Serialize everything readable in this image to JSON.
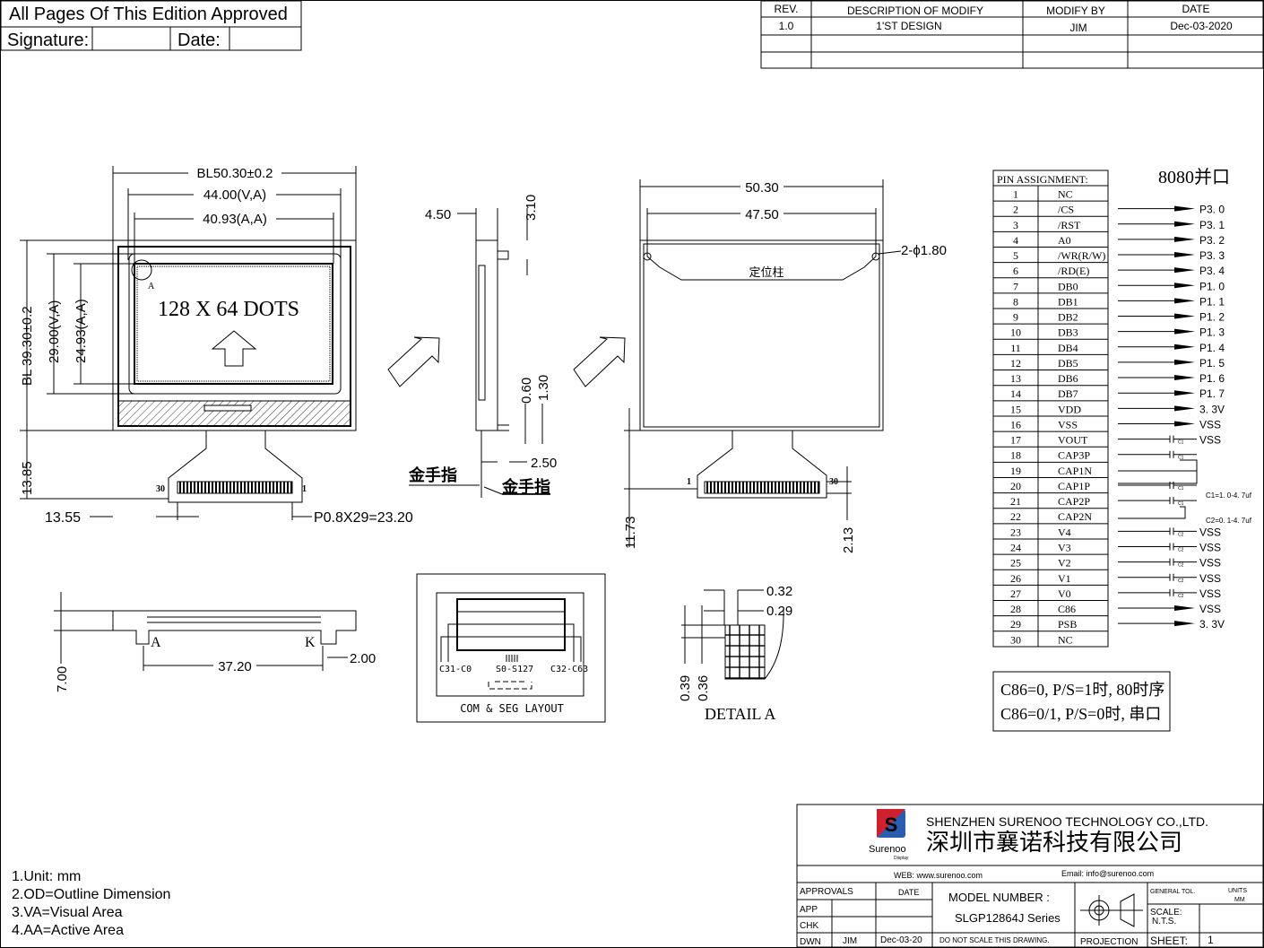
{
  "approval": {
    "title": "All Pages Of This Edition Approved",
    "signature": "Signature:",
    "date": "Date:"
  },
  "revision": {
    "headers": [
      "REV.",
      "DESCRIPTION OF MODIFY",
      "MODIFY BY",
      "DATE"
    ],
    "rows": [
      [
        "1.0",
        "1'ST DESIGN",
        "JIM",
        "Dec-03-2020"
      ]
    ]
  },
  "front": {
    "dim_bl_w": "BL50.30±0.2",
    "dim_va_w": "44.00(V,A)",
    "dim_aa_w": "40.93(A,A)",
    "dim_bl_h": "BL  39.30±0.2",
    "dim_va_h": "29.00(V,A)",
    "dim_aa_h": "24.93(A,A)",
    "dim_tail": "13.85",
    "dim_left": "13.55",
    "dim_pitch": "P0.8X29=23.20",
    "dots": "128  X  64  DOTS",
    "detail_mark": "A",
    "pin_first": "30",
    "pin_last": "1"
  },
  "side": {
    "d450": "4.50",
    "d310": "3.10",
    "d060": "0.60",
    "d130": "1.30",
    "d250": "2.50",
    "gold1": "金手指",
    "gold2": "金手指"
  },
  "back": {
    "d5030": "50.30",
    "d4750": "47.50",
    "holes": "2-ϕ1.80",
    "locator": "定位柱",
    "d1173": "11.73",
    "d213": "2.13",
    "pin_first": "1",
    "pin_last": "30"
  },
  "bottom_view": {
    "d3720": "37.20",
    "d200": "2.00",
    "d700": "7.00",
    "a": "A",
    "k": "K"
  },
  "layout": {
    "c_left": "C31-C0",
    "seg": "S0-S127",
    "c_right": "C32-C63",
    "caption": "COM & SEG LAYOUT"
  },
  "detail": {
    "d032": "0.32",
    "d029": "0.29",
    "d039": "0.39",
    "d036": "0.36",
    "caption": "DETAIL  A"
  },
  "pins": {
    "header": "PIN ASSIGNMENT:",
    "interface": "8080并口",
    "rows": [
      [
        "1",
        "NC",
        ""
      ],
      [
        "2",
        "/CS",
        "P3. 0"
      ],
      [
        "3",
        "/RST",
        "P3. 1"
      ],
      [
        "4",
        "A0",
        "P3. 2"
      ],
      [
        "5",
        "/WR(R/W)",
        "P3. 3"
      ],
      [
        "6",
        "/RD(E)",
        "P3. 4"
      ],
      [
        "7",
        "DB0",
        "P1. 0"
      ],
      [
        "8",
        "DB1",
        "P1. 1"
      ],
      [
        "9",
        "DB2",
        "P1. 2"
      ],
      [
        "10",
        "DB3",
        "P1. 3"
      ],
      [
        "11",
        "DB4",
        "P1. 4"
      ],
      [
        "12",
        "DB5",
        "P1. 5"
      ],
      [
        "13",
        "DB6",
        "P1. 6"
      ],
      [
        "14",
        "DB7",
        "P1. 7"
      ],
      [
        "15",
        "VDD",
        "3. 3V"
      ],
      [
        "16",
        "VSS",
        "VSS"
      ],
      [
        "17",
        "VOUT",
        "VSS"
      ],
      [
        "18",
        "CAP3P",
        ""
      ],
      [
        "19",
        "CAP1N",
        ""
      ],
      [
        "20",
        "CAP1P",
        ""
      ],
      [
        "21",
        "CAP2P",
        ""
      ],
      [
        "22",
        "CAP2N",
        ""
      ],
      [
        "23",
        "V4",
        "VSS"
      ],
      [
        "24",
        "V3",
        "VSS"
      ],
      [
        "25",
        "V2",
        "VSS"
      ],
      [
        "26",
        "V1",
        "VSS"
      ],
      [
        "27",
        "V0",
        "VSS"
      ],
      [
        "28",
        "C86",
        "VSS"
      ],
      [
        "29",
        "PSB",
        "3. 3V"
      ],
      [
        "30",
        "NC",
        ""
      ]
    ],
    "cap_labels": {
      "17": "C1",
      "18": "C1",
      "20": "C1",
      "21": "C1",
      "23": "C2",
      "24": "C2",
      "25": "C2",
      "26": "C2",
      "27": "C2"
    },
    "c1_note": "C1=1. 0-4. 7uf",
    "c2_note": "C2=0. 1-4. 7uf"
  },
  "mode_note": [
    "C86=0, P/S=1时, 80时序",
    "C86=0/1, P/S=0时, 串口"
  ],
  "notes": [
    "1.Unit: mm",
    "2.OD=Outline Dimension",
    "3.VA=Visual Area",
    "4.AA=Active Area"
  ],
  "title_block": {
    "company_en": "SHENZHEN SURENOO TECHNOLOGY CO.,LTD.",
    "company_cn": "深圳市襄诺科技有限公司",
    "logo_text": "Surenoo",
    "logo_sub": "Display",
    "web": "WEB: www.surenoo.com",
    "email": "Email: info@surenoo.com",
    "approvals": "APPROVALS",
    "date": "DATE",
    "app": "APP",
    "chk": "CHK",
    "dwn": "DWN",
    "dwn_by": "JIM",
    "dwn_date": "Dec-03-20",
    "model_label": "MODEL NUMBER :",
    "model": "SLGP12864J Series",
    "no_scale": "DO NOT SCALE THIS DRAWING.",
    "projection": "PROJECTION",
    "gen_tol": "GENERAL TOL.",
    "units": "UNITS",
    "mm": "MM",
    "scale": "SCALE:",
    "nts": "N.T.S.",
    "sheet": "SHEET:",
    "sheet_no": "1"
  },
  "colors": {
    "logo_red": "#d0202e",
    "logo_blue": "#2a5db0"
  }
}
